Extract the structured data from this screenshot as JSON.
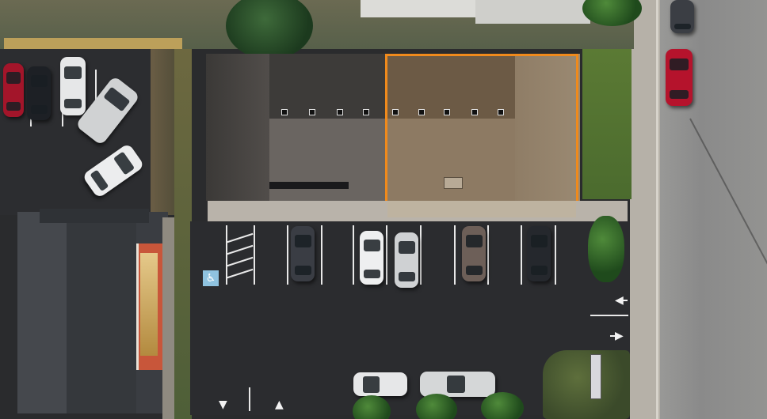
{
  "image": {
    "width": 968,
    "height": 530,
    "kind": "aerial-photo"
  },
  "scene": {
    "colors": {
      "asphalt": "#2b2c2f",
      "roof_dark": "#3d3b39",
      "roof_light": "#6a6561",
      "roof_highlight": "#8a7358",
      "highlight_border": "#f08a1c",
      "sidewalk": "#b9b3aa",
      "grass": "#5f7d3a",
      "road": "#8c8c8c",
      "sign_panel": "#c8563a"
    }
  }
}
